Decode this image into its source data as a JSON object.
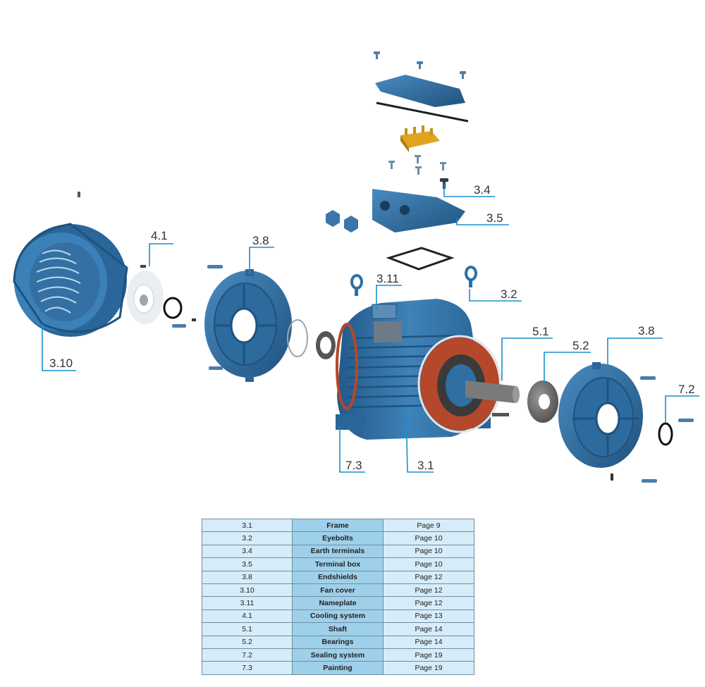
{
  "callouts": {
    "c3_4": "3.4",
    "c3_5": "3.5",
    "c4_1": "4.1",
    "c3_8_left": "3.8",
    "c3_11": "3.11",
    "c3_2": "3.2",
    "c3_10": "3.10",
    "c5_1": "5.1",
    "c5_2": "5.2",
    "c3_8_right": "3.8",
    "c7_2": "7.2",
    "c7_3": "7.3",
    "c3_1": "3.1"
  },
  "table": {
    "rows": [
      {
        "ref": "3.1",
        "name": "Frame",
        "page": "Page 9"
      },
      {
        "ref": "3.2",
        "name": "Eyebolts",
        "page": "Page 10"
      },
      {
        "ref": "3.4",
        "name": "Earth terminals",
        "page": "Page 10"
      },
      {
        "ref": "3.5",
        "name": "Terminal box",
        "page": "Page 10"
      },
      {
        "ref": "3.8",
        "name": "Endshields",
        "page": "Page 12"
      },
      {
        "ref": "3.10",
        "name": "Fan cover",
        "page": "Page 12"
      },
      {
        "ref": "3.11",
        "name": "Nameplate",
        "page": "Page 12"
      },
      {
        "ref": "4.1",
        "name": "Cooling system",
        "page": "Page 13"
      },
      {
        "ref": "5.1",
        "name": "Shaft",
        "page": "Page 14"
      },
      {
        "ref": "5.2",
        "name": "Bearings",
        "page": "Page 14"
      },
      {
        "ref": "7.2",
        "name": "Sealing system",
        "page": "Page 19"
      },
      {
        "ref": "7.3",
        "name": "Painting",
        "page": "Page 19"
      }
    ]
  },
  "colors": {
    "motor_blue": "#2f6fa3",
    "motor_blue_dark": "#1f527e",
    "leader_line": "#1a8fd0",
    "terminal_gold": "#e0a520",
    "table_light": "#d6ecf8",
    "table_mid": "#9fd0ea"
  }
}
